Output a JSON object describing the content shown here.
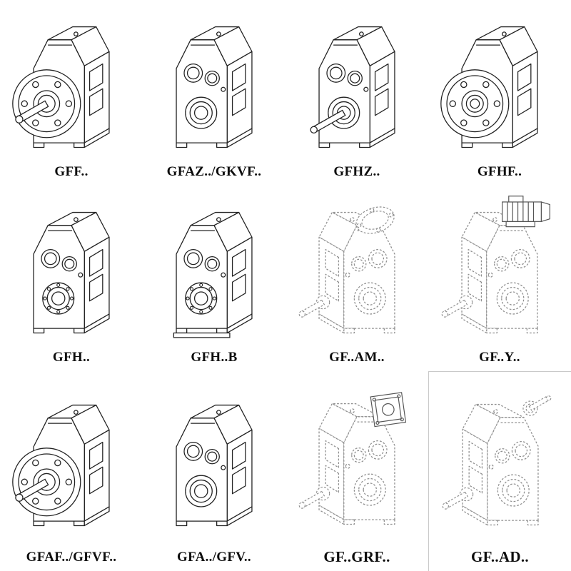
{
  "page": {
    "background": "#ffffff",
    "ink_color": "#222222",
    "dashed_ink_color": "#8f8f8f"
  },
  "catalog": {
    "items": [
      {
        "label": "GFF..",
        "drawing": "gearbox-flange-with-shaft-icon",
        "line_style": "solid"
      },
      {
        "label": "GFAZ../GKVF..",
        "drawing": "gearbox-hollow-bores-icon",
        "line_style": "solid"
      },
      {
        "label": "GFHZ..",
        "drawing": "gearbox-bores-with-shaft-icon",
        "line_style": "solid"
      },
      {
        "label": "GFHF..",
        "drawing": "gearbox-bolt-flange-icon",
        "line_style": "solid"
      },
      {
        "label": "GFH..",
        "drawing": "gearbox-bearing-bores-icon",
        "line_style": "solid"
      },
      {
        "label": "GFH..B",
        "drawing": "gearbox-bearing-bores-base-icon",
        "line_style": "solid"
      },
      {
        "label": "GF..AM..",
        "drawing": "gearbox-motor-adapter-flange-icon",
        "line_style": "dashed"
      },
      {
        "label": "GF..Y..",
        "drawing": "gearbox-with-motor-icon",
        "line_style": "dashed"
      },
      {
        "label": "GFAF../GFVF..",
        "drawing": "gearbox-flange-with-shaft-icon",
        "line_style": "solid"
      },
      {
        "label": "GFA../GFV..",
        "drawing": "gearbox-hollow-bores-icon",
        "line_style": "solid"
      },
      {
        "label": "GF..GRF..",
        "drawing": "gearbox-square-adapter-icon",
        "line_style": "dashed"
      },
      {
        "label": "GF..AD..",
        "drawing": "gearbox-input-shaft-adapter-icon",
        "line_style": "dashed"
      }
    ]
  }
}
